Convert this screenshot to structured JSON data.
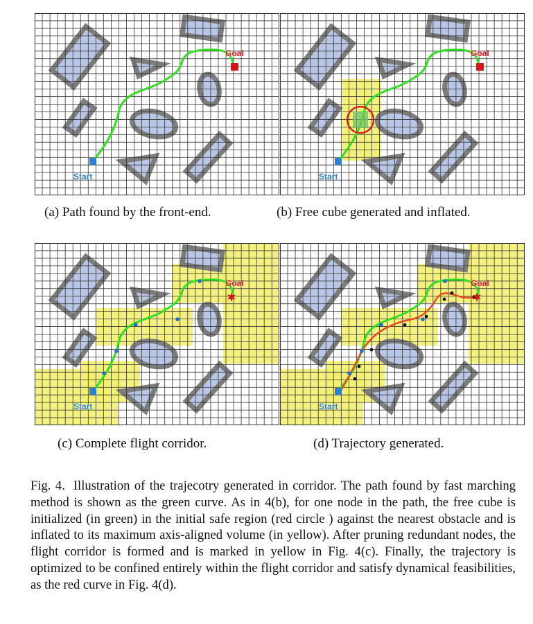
{
  "panels": [
    {
      "id": "a",
      "caption": "(a) Path found by the front-end.",
      "start_label": "Start",
      "goal_label": "Goal",
      "show_cube": false,
      "corridor": false,
      "trajectory": false
    },
    {
      "id": "b",
      "caption": "(b) Free cube generated and inflated.",
      "start_label": "Start",
      "goal_label": "Goal",
      "show_cube": true,
      "corridor": false,
      "trajectory": false
    },
    {
      "id": "c",
      "caption": "(c) Complete flight corridor.",
      "start_label": "Start",
      "goal_label": "Goal",
      "show_cube": false,
      "corridor": true,
      "trajectory": false
    },
    {
      "id": "d",
      "caption": "(d) Trajectory generated.",
      "start_label": "Start",
      "goal_label": "Goal",
      "show_cube": false,
      "corridor": true,
      "trajectory": true
    }
  ],
  "figure_caption": {
    "label": "Fig. 4.",
    "text": "Illustration of the trajecotry generated in corridor. The path found by fast marching method is shown as the green curve. As in 4(b), for one node in the path, the free cube is initialized (in green) in the initial safe region (red circle ) against the nearest obstacle and is inflated to its maximum axis-aligned volume (in yellow). After pruning redundant nodes, the flight corridor is formed and is marked in yellow in Fig. 4(c). Finally, the trajectory is optimized to be confined entirely within the flight corridor and satisfy dynamical feasibilities, as the red curve in Fig. 4(d)."
  },
  "colors": {
    "grid_line": "#333333",
    "obstacle_fill": "#b9c6e6",
    "obstacle_border": "#7d7d7d",
    "corridor": "#f2ef6e",
    "path": "#33dd22",
    "trajectory": "#e84a1e",
    "start": "#2e7fd0",
    "goal": "#d8141a",
    "waypoint": "#2b6cc9"
  },
  "icons": {
    "start": "square-marker",
    "goal_a": "square-marker",
    "goal_c": "star-marker"
  }
}
